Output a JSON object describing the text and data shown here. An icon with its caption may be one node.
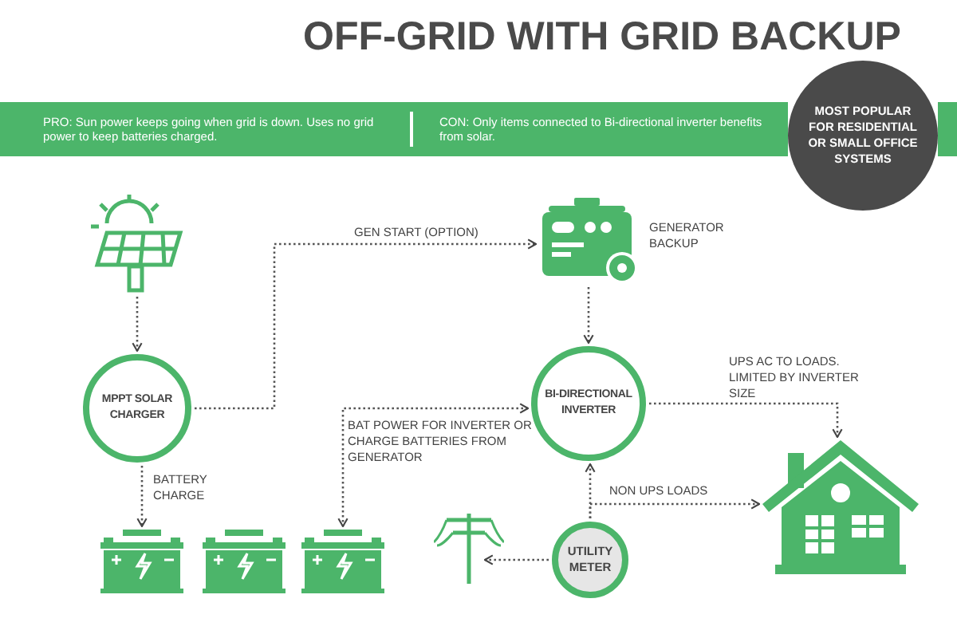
{
  "diagram": {
    "title": "OFF-GRID WITH GRID BACKUP",
    "nodes": [
      {
        "text": [],
        "shape": "picture"
      },
      {
        "text": [
          "MPPT SOLAR CHARGER"
        ]
      },
      {
        "text": [],
        "shape": "picture",
        "beside": [
          "GENERATOR BACKUP"
        ]
      },
      {
        "text": [
          "BI-DIRECTIONAL INVERTER"
        ]
      },
      {
        "text": [],
        "shape": "picture"
      },
      {
        "text": [],
        "shape": "picture"
      },
      {
        "text": [],
        "shape": "picture"
      },
      {
        "text": [],
        "shape": "picture"
      },
      {
        "text": [
          "UTILITY METER"
        ]
      },
      {
        "text": [],
        "shape": "picture"
      },
      {
        "text": [
          "PRO: Sun power keeps going when grid is down. Uses no grid power to keep batteries charged.",
          "CON: Only items connected to Bi-directional inverter benefits from solar."
        ]
      },
      {
        "text": [
          "MOST POPULAR FOR RESIDENTIAL OR SMALL OFFICE SYSTEMS"
        ]
      }
    ],
    "edges": [
      {
        "from": 0,
        "to": 1,
        "arrow": "to"
      },
      {
        "from": 1,
        "to": 2,
        "arrow": "to",
        "label": "GEN START (OPTION)"
      },
      {
        "from": 2,
        "to": 3,
        "arrow": "to"
      },
      {
        "from": 1,
        "to": 4,
        "arrow": "to",
        "label": "BATTERY CHARGE"
      },
      {
        "from": 3,
        "to": 6,
        "arrow": "both",
        "label": "BAT POWER FOR INVERTER OR CHARGE BATTERIES FROM GENERATOR"
      },
      {
        "from": 3,
        "to": 9,
        "arrow": "to",
        "label": "UPS AC TO LOADS. LIMITED BY INVERTER SIZE"
      },
      {
        "from": 8,
        "to": 3,
        "arrow": "to"
      },
      {
        "from": 8,
        "to": 9,
        "arrow": "to",
        "label": "NON UPS LOADS"
      },
      {
        "from": 8,
        "to": 7,
        "arrow": "to"
      }
    ]
  }
}
